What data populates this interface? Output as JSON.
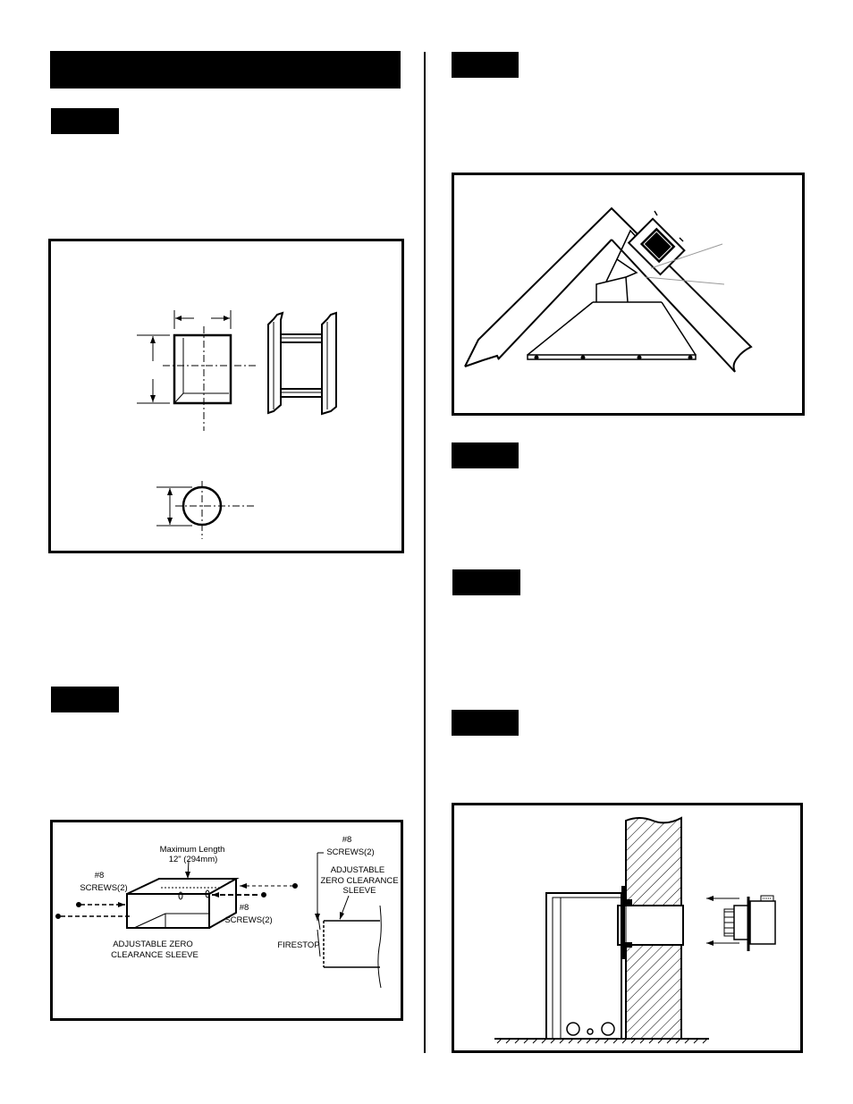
{
  "diagram_sleeve": {
    "max_length_label": "Maximum Length",
    "max_length_value": "12\" (294mm)",
    "screws_left_1": "#8",
    "screws_left_2": "SCREWS(2)",
    "screws_mid_1": "#8",
    "screws_mid_2": "SCREWS(2)",
    "screws_top_1": "#8",
    "screws_top_2": "SCREWS(2)",
    "sleeve_right_1": "ADJUSTABLE",
    "sleeve_right_2": "ZERO CLEARANCE",
    "sleeve_right_3": "SLEEVE",
    "sleeve_bottom_1": "ADJUSTABLE ZERO",
    "sleeve_bottom_2": "CLEARANCE SLEEVE",
    "firestop": "FIRESTOP"
  }
}
